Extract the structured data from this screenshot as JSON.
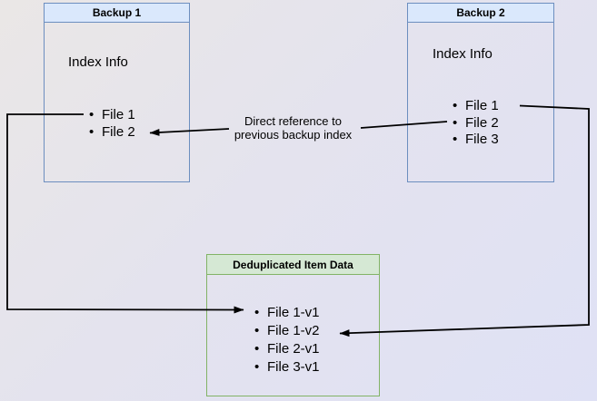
{
  "colors": {
    "bg-start": "#eae7e6",
    "bg-end": "#dfe1f5",
    "blue-fill": "#dae8fc",
    "blue-border": "#6c8ebf",
    "green-fill": "#d5e8d4",
    "green-border": "#82b366",
    "arrow": "#000000",
    "text": "#000000"
  },
  "backup1": {
    "title": "Backup 1",
    "subtitle": "Index Info",
    "items": [
      "File 1",
      "File 2"
    ]
  },
  "backup2": {
    "title": "Backup 2",
    "subtitle": "Index Info",
    "items": [
      "File 1",
      "File 2",
      "File 3"
    ]
  },
  "dedup": {
    "title": "Deduplicated Item Data",
    "items": [
      "File 1-v1",
      "File 1-v2",
      "File 2-v1",
      "File 3-v1"
    ]
  },
  "annotation": {
    "line1": "Direct reference to",
    "line2": "previous backup index"
  }
}
